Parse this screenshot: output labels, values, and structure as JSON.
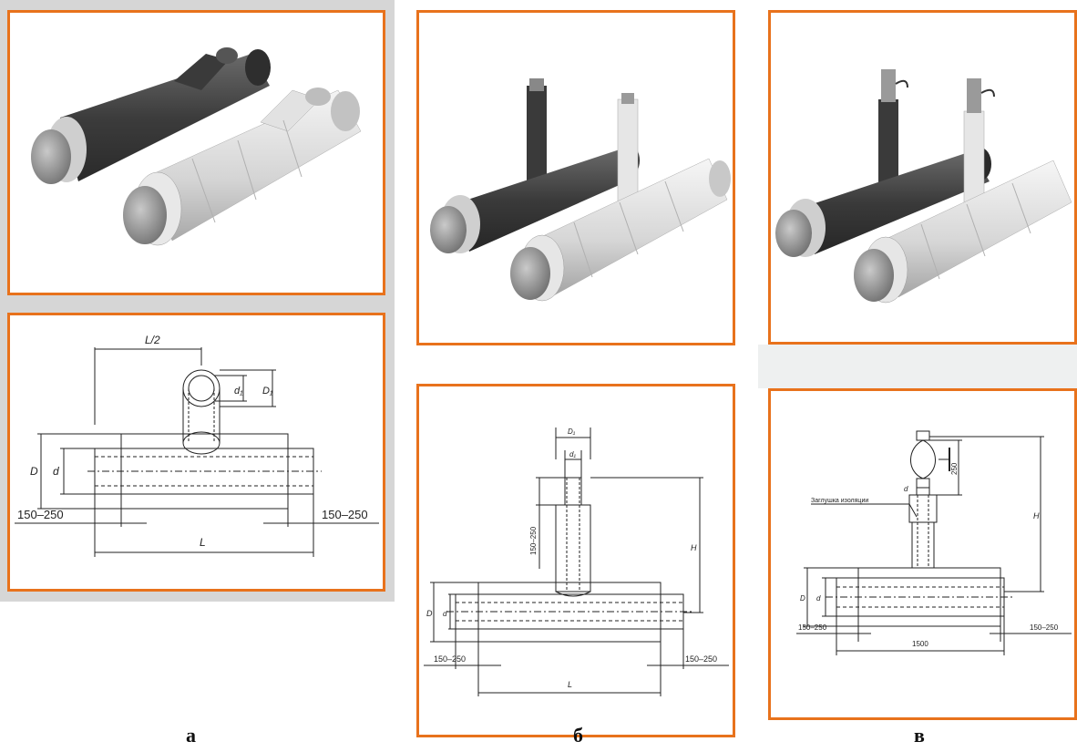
{
  "captions": {
    "a": "а",
    "b": "б",
    "c": "в"
  },
  "panel_a": {
    "half_length": "L/2",
    "branch_inner": "d₁",
    "branch_outer": "D₁",
    "pipe_outer": "D",
    "pipe_inner": "d",
    "end_left": "150–250",
    "end_right": "150–250",
    "length": "L"
  },
  "panel_b": {
    "branch_outer": "D₁",
    "branch_inner": "d₁",
    "branch_end": "150–250",
    "height": "H",
    "pipe_outer": "D",
    "pipe_inner": "d",
    "end_left": "150–250",
    "end_right": "150–250",
    "length": "L"
  },
  "panel_c": {
    "plug_label": "Заглушка изоляции",
    "valve_dim": "250",
    "branch_inner": "d",
    "height": "H",
    "pipe_outer": "D",
    "pipe_inner": "d",
    "end_left": "150–250",
    "end_right": "150–250",
    "length": "1500"
  },
  "colors": {
    "frame": "#e8721c",
    "dark_pipe": "#4a4a4a",
    "light_pipe": "#dcdcdc",
    "steel": "#9a9a9a"
  }
}
